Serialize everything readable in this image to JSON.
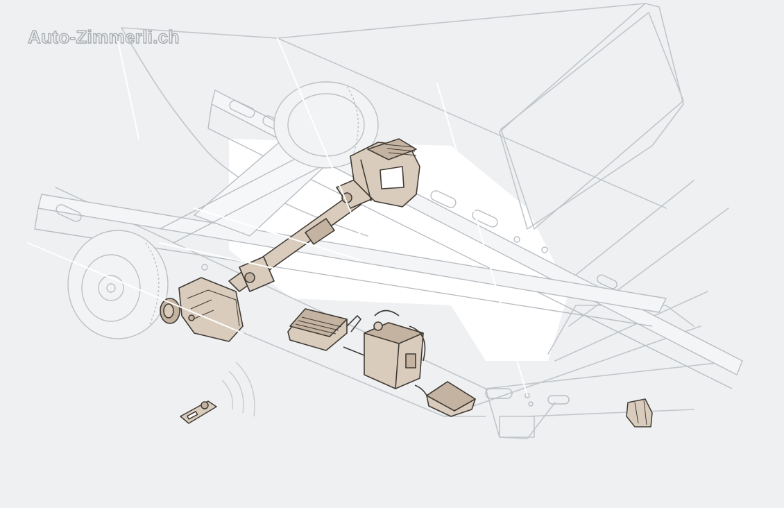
{
  "watermark": {
    "text": "Auto-Zimmerli.ch"
  },
  "colors": {
    "background": "#eef0f2",
    "outline": "#c2c6ca",
    "outline_light": "#ffffff",
    "component_fill": "#d9ccbc",
    "component_shade": "#c4b3a0",
    "component_stroke": "#3f3a35"
  },
  "components": [
    {
      "name": "front drive motor",
      "icon": "drive-motor"
    },
    {
      "name": "rear drive motor",
      "icon": "drive-motor"
    },
    {
      "name": "drive shaft",
      "icon": "shaft"
    },
    {
      "name": "control unit",
      "icon": "control-box"
    },
    {
      "name": "battery",
      "icon": "battery"
    },
    {
      "name": "charger module",
      "icon": "charger"
    },
    {
      "name": "remote control",
      "icon": "remote"
    },
    {
      "name": "switch module",
      "icon": "switch"
    }
  ]
}
